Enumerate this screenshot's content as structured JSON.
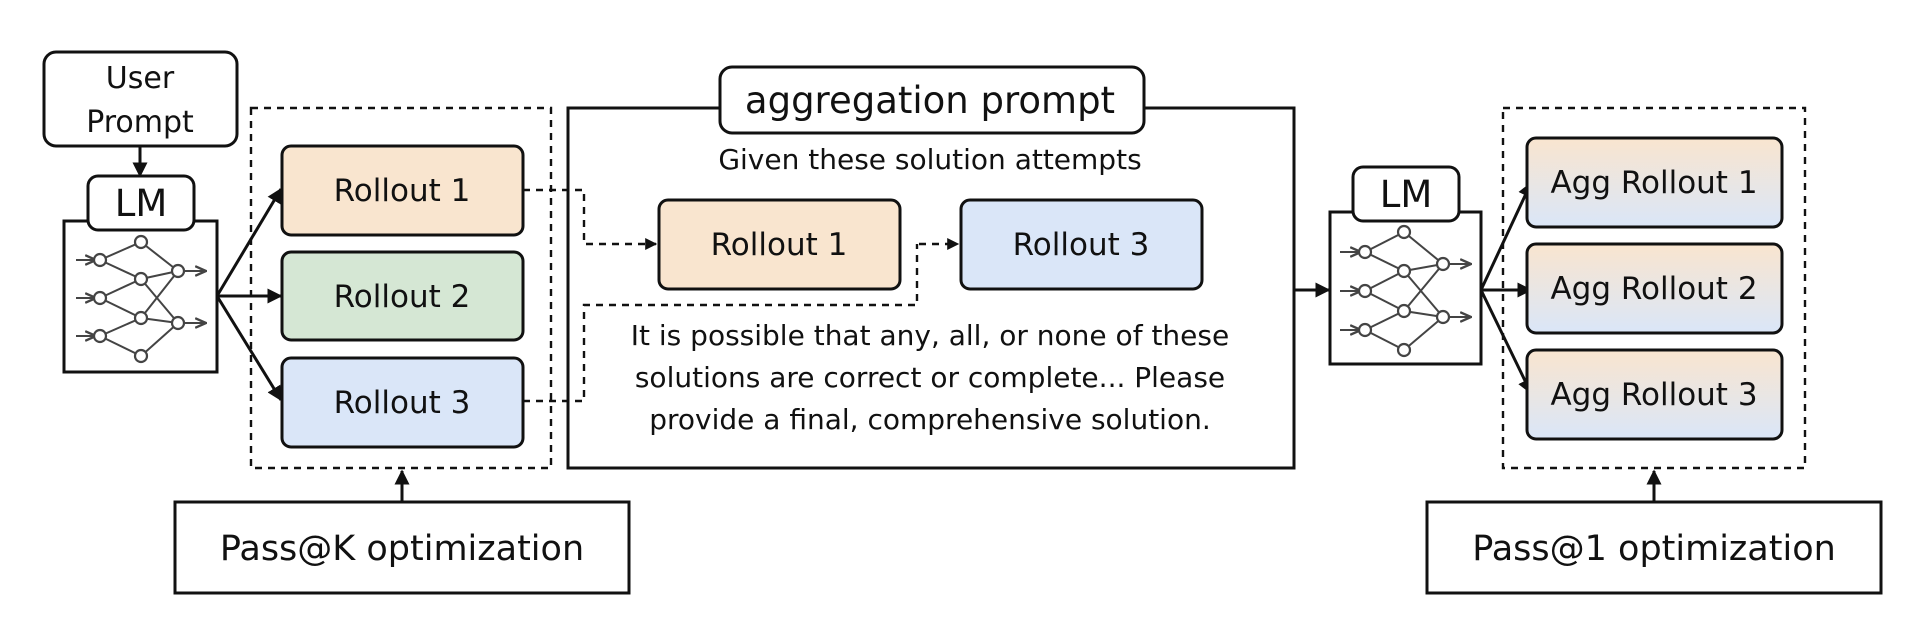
{
  "left": {
    "user_prompt_line1": "User",
    "user_prompt_line2": "Prompt",
    "lm_label": "LM",
    "rollouts": [
      "Rollout 1",
      "Rollout 2",
      "Rollout 3"
    ],
    "optimization_label": "Pass@K optimization"
  },
  "middle": {
    "title": "aggregation prompt",
    "intro": "Given these solution attempts",
    "rollout_a": "Rollout 1",
    "rollout_b": "Rollout 3",
    "instruction_lines": [
      "It is possible that any, all, or none of these",
      "solutions are correct or complete... Please",
      "provide a final, comprehensive solution."
    ]
  },
  "right": {
    "lm_label": "LM",
    "rollouts": [
      "Agg Rollout 1",
      "Agg Rollout 2",
      "Agg Rollout 3"
    ],
    "optimization_label": "Pass@1 optimization"
  },
  "colors": {
    "rollout_1": "#f9e5cf",
    "rollout_2": "#d5e7d4",
    "rollout_3": "#dae6f8",
    "agg_rollout": "gradient #dae6f8 to #f9e5cf",
    "outline": "#111111"
  }
}
